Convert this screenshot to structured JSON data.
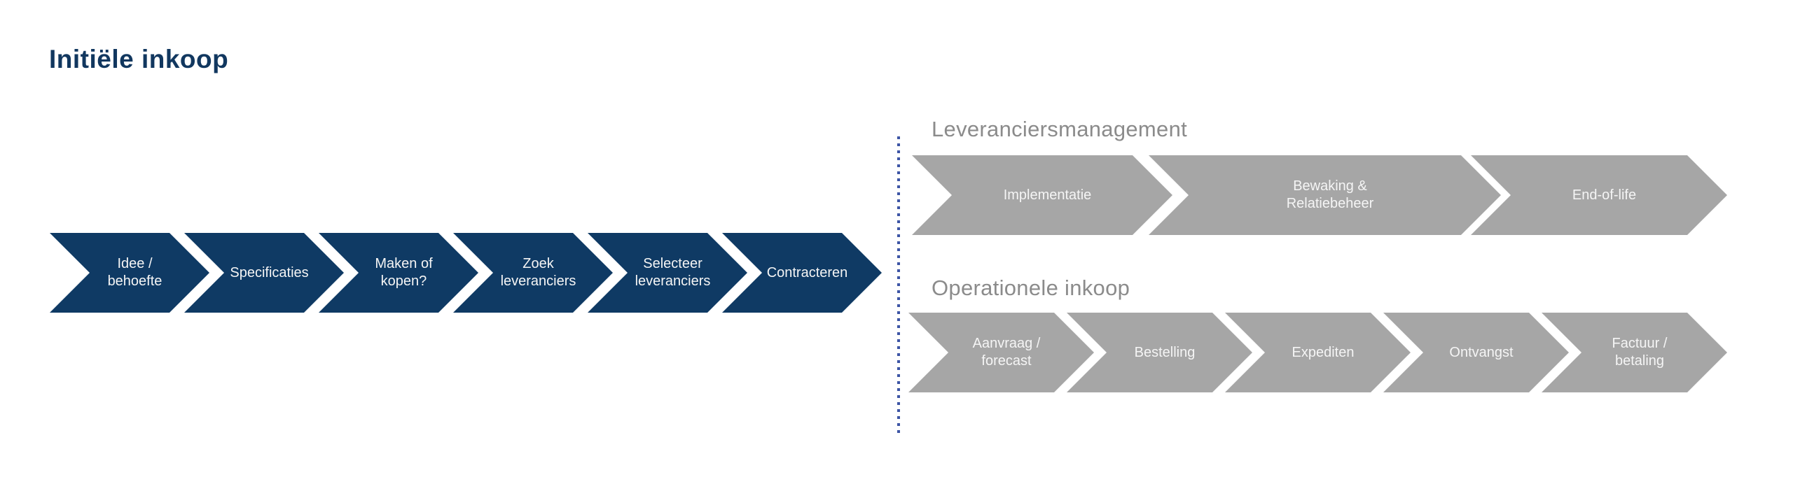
{
  "title": "Initiële inkoop",
  "colors": {
    "navy": "#0F3A64",
    "title_navy": "#11375F",
    "chevron_gray": "#A6A6A6",
    "heading_gray": "#8B8B8B",
    "chevron_text": "#F5F5F5",
    "divider_blue": "#3D55A5",
    "background": "#FFFFFF"
  },
  "flows": {
    "initiele_inkoop": {
      "items": [
        {
          "label": "Idee /\nbehoefte"
        },
        {
          "label": "Specificaties"
        },
        {
          "label": "Maken of\nkopen?"
        },
        {
          "label": "Zoek\nleveranciers"
        },
        {
          "label": "Selecteer\nleveranciers"
        },
        {
          "label": "Contracteren"
        }
      ]
    },
    "leveranciersmanagement": {
      "heading": "Leveranciersmanagement",
      "items": [
        {
          "label": "Implementatie"
        },
        {
          "label": "Bewaking &\nRelatiebeheer"
        },
        {
          "label": "End-of-life"
        }
      ]
    },
    "operationele_inkoop": {
      "heading": "Operationele inkoop",
      "items": [
        {
          "label": "Aanvraag /\nforecast"
        },
        {
          "label": "Bestelling"
        },
        {
          "label": "Expediten"
        },
        {
          "label": "Ontvangst"
        },
        {
          "label": "Factuur /\nbetaling"
        }
      ]
    }
  }
}
